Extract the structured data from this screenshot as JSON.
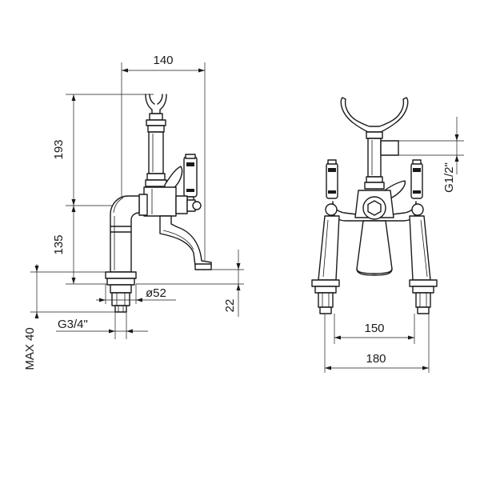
{
  "dimensions": {
    "width_top": "140",
    "height_upper": "193",
    "height_lower": "135",
    "diameter": "ø52",
    "thread_inlet": "G3/4\"",
    "max_depth": "MAX 40",
    "spout_height": "22",
    "thread_outlet": "G1/2\"",
    "centers_inner": "150",
    "centers_outer": "180"
  }
}
